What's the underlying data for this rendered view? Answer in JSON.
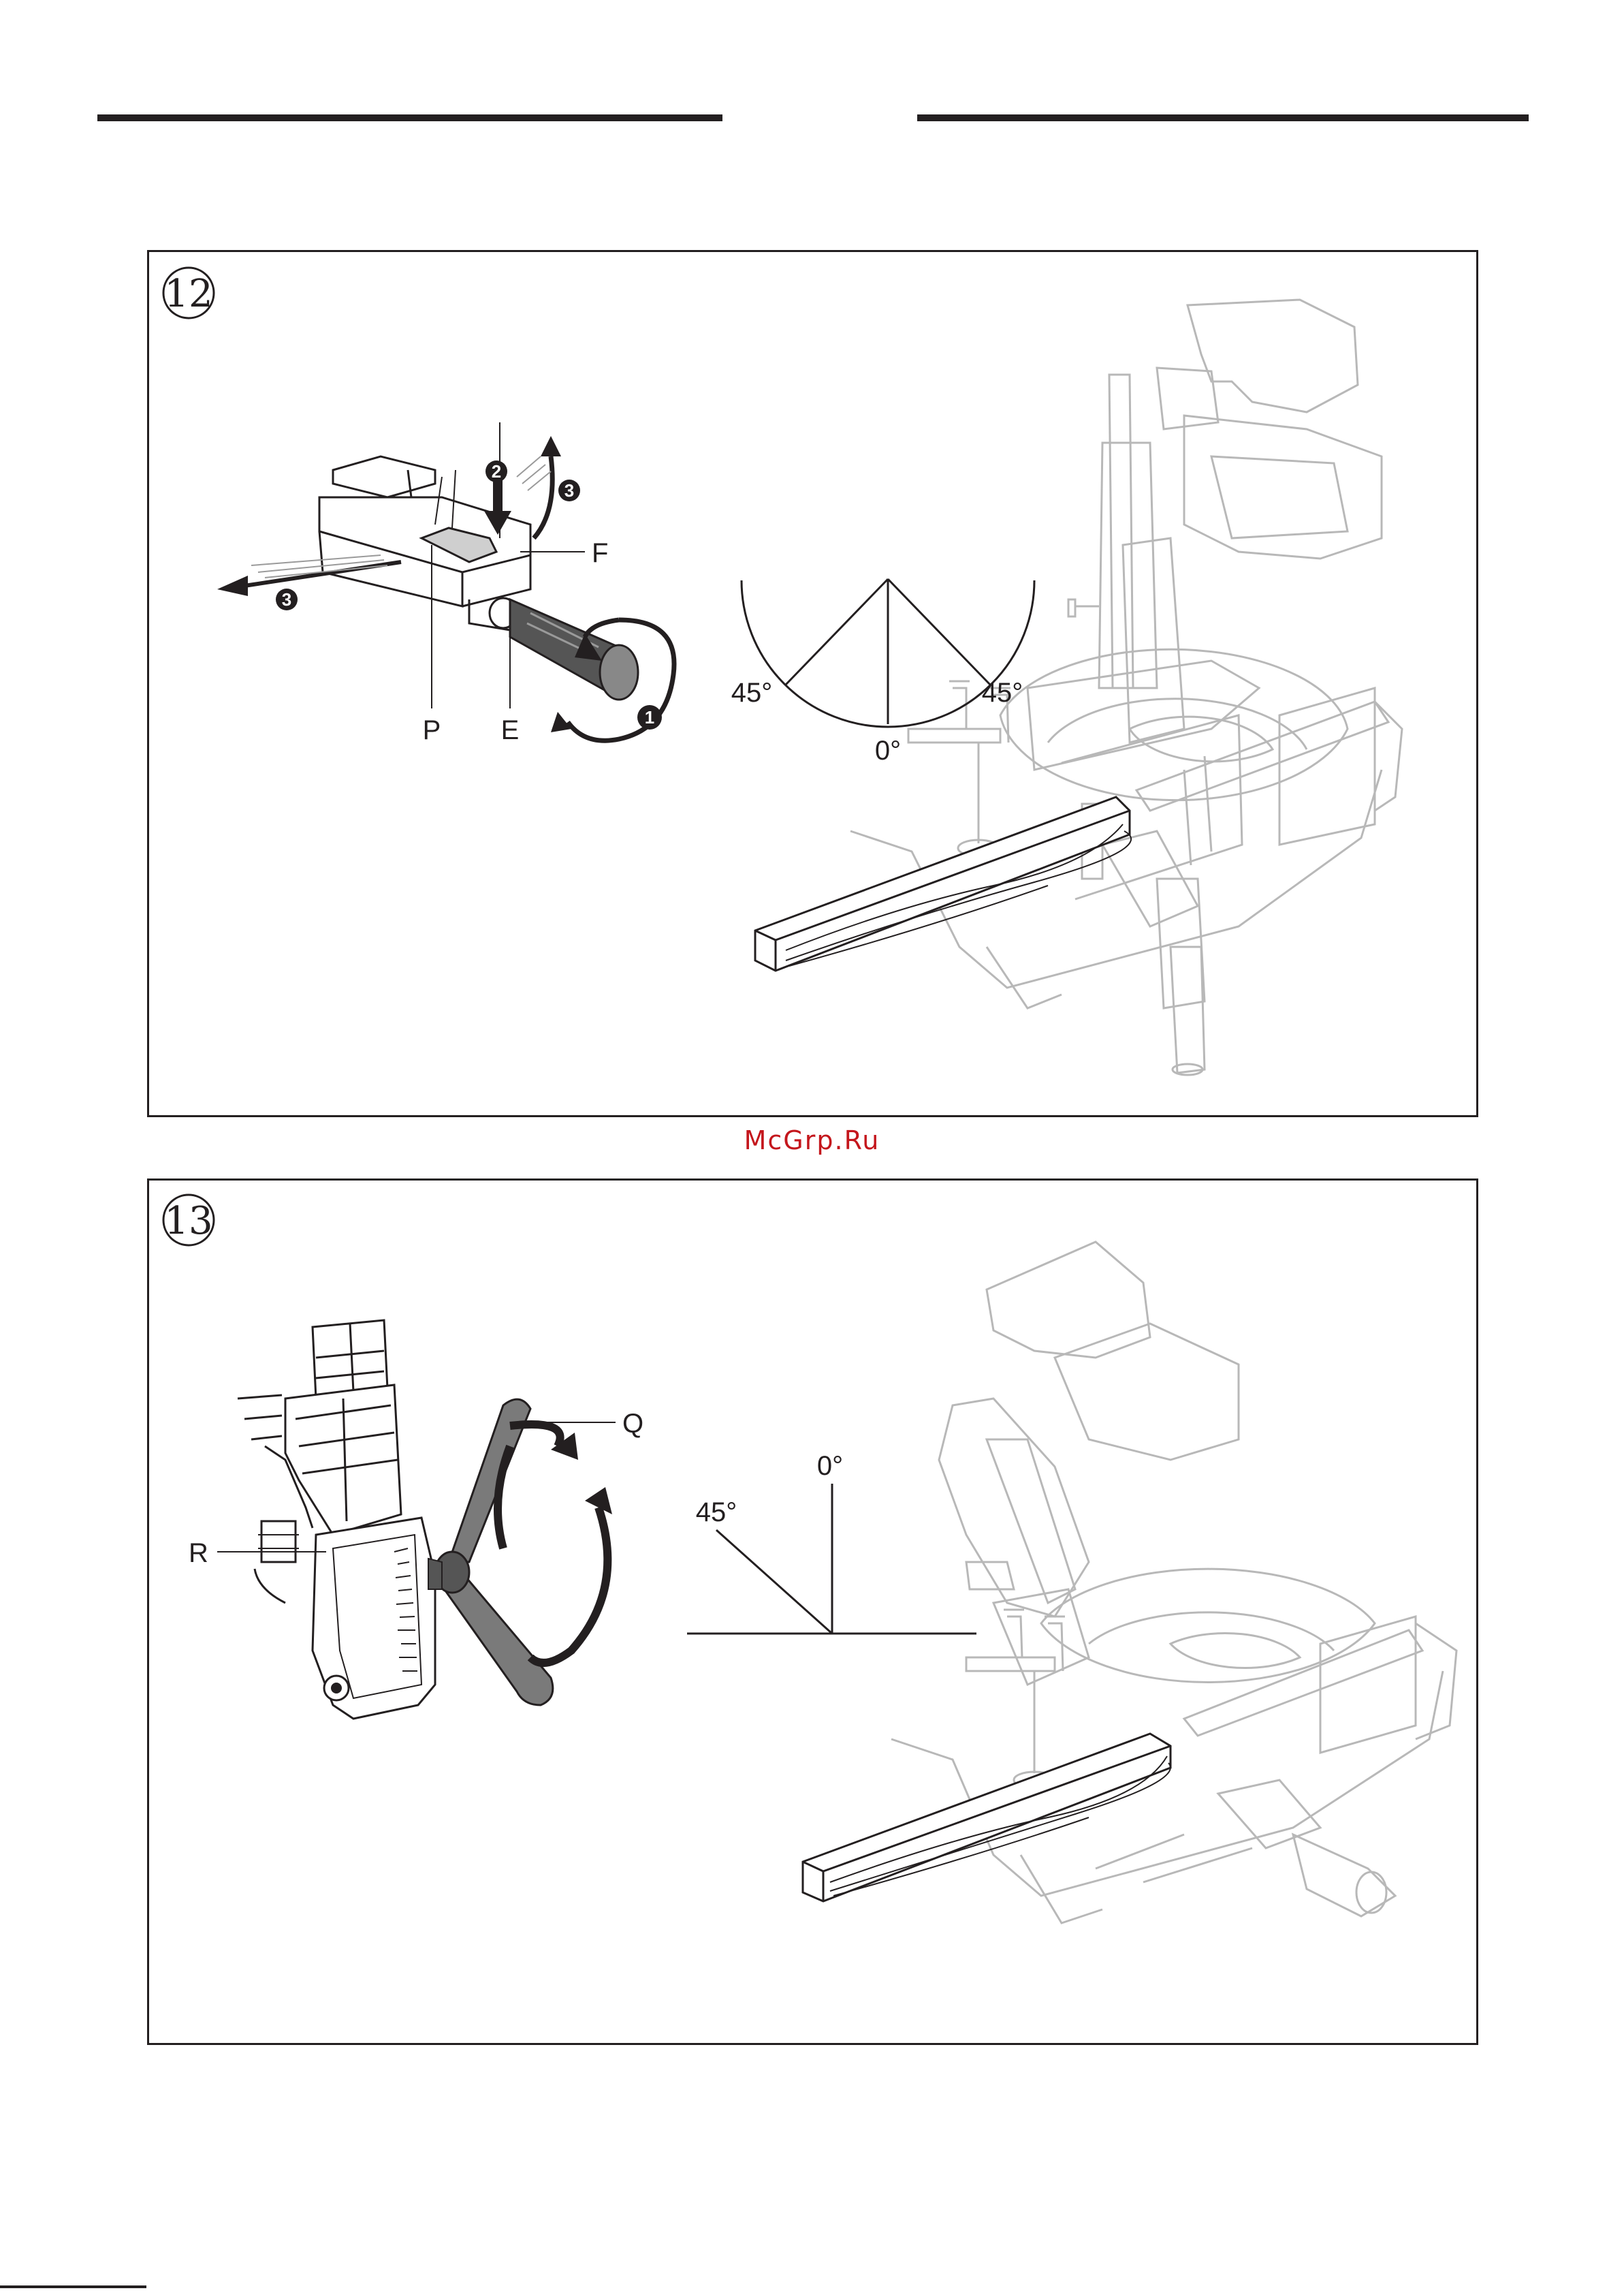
{
  "watermark": {
    "text": "McGrp.Ru",
    "color": "#c4161c"
  },
  "figure12": {
    "number": "12",
    "labels": {
      "f": "F",
      "p": "P",
      "e": "E"
    },
    "steps": {
      "one": "1",
      "two": "2",
      "three_top": "3",
      "three_left": "3"
    },
    "angles": {
      "left": "45°",
      "center": "0°",
      "right": "45°"
    }
  },
  "figure13": {
    "number": "13",
    "labels": {
      "q": "Q",
      "r": "R"
    },
    "angles": {
      "left": "45°",
      "vertical": "0°"
    }
  },
  "colors": {
    "ink": "#231f20",
    "ghost": "#b8b8b8",
    "handle": "#7a7a7a"
  }
}
